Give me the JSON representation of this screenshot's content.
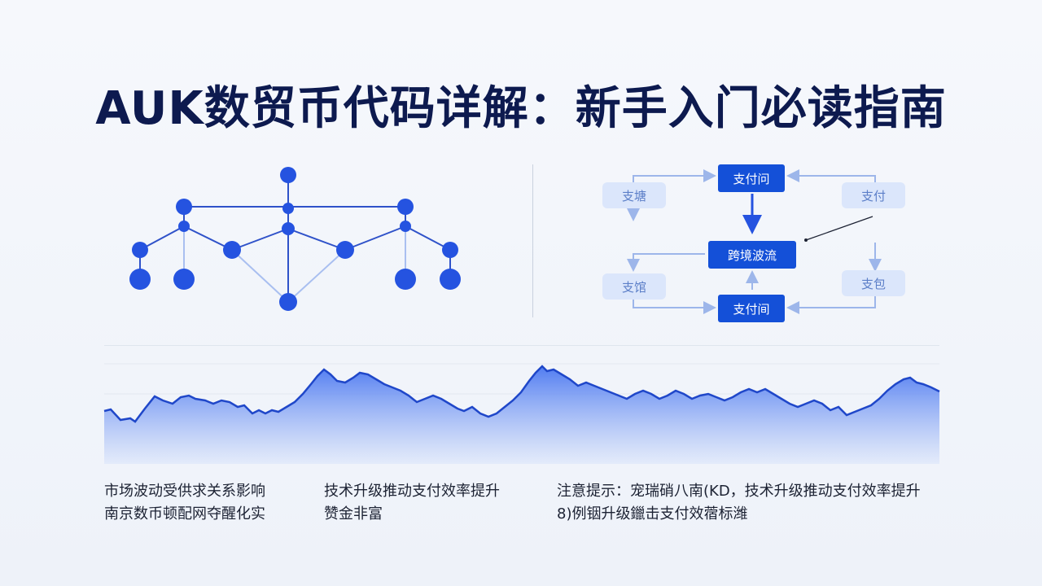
{
  "title": "AUK数贸币代码详解：新手入门必读指南",
  "flow": {
    "top_center": "支付问",
    "middle_center": "跨境波流",
    "bottom_center": "支付间",
    "left_top": "支塘",
    "right_top": "支付",
    "left_bottom": "支馆",
    "right_bottom": "支包"
  },
  "captions": {
    "left": [
      "市场波动受供求关系影响",
      "南京数币顿配网夺醒化实"
    ],
    "middle": [
      "技术升级推动支付效率提升",
      "赞金非富"
    ],
    "right": [
      "注意提示：宠瑞硝八南(KD，技术升级推动支付效率提升",
      "8)例铟升级鑞击支付效蓿标潍"
    ]
  },
  "colors": {
    "primary": "#1450d8",
    "node": "#2553e0",
    "light_box": "#dbe6fb",
    "title": "#0d1a4f"
  }
}
